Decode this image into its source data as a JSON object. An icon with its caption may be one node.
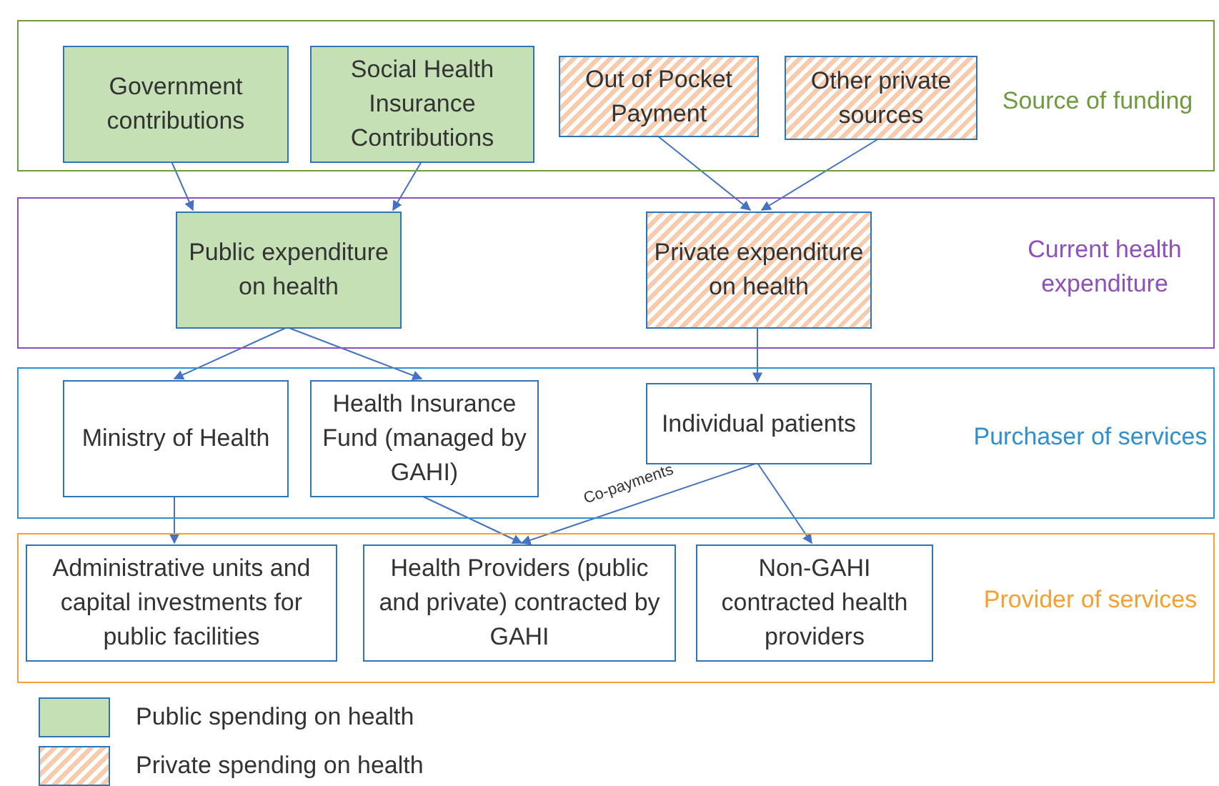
{
  "diagram": {
    "nodes": [
      {
        "text": [
          "Source of funding"
        ]
      },
      {
        "text": [
          "Government contributions"
        ],
        "in": 0
      },
      {
        "text": [
          "Social Health Insurance Contributions"
        ],
        "in": 0
      },
      {
        "text": [
          "Out of Pocket Payment"
        ],
        "in": 0
      },
      {
        "text": [
          "Other private sources"
        ],
        "in": 0
      },
      {
        "text": [
          "Current health expenditure"
        ]
      },
      {
        "text": [
          "Public expenditure on health"
        ],
        "in": 5
      },
      {
        "text": [
          "Private expenditure on health"
        ],
        "in": 5
      },
      {
        "text": [
          "Purchaser of services"
        ]
      },
      {
        "text": [
          "Ministry of Health"
        ],
        "in": 8
      },
      {
        "text": [
          "Health Insurance Fund (managed by GAHI)"
        ],
        "in": 8
      },
      {
        "text": [
          "Individual patients"
        ],
        "in": 8
      },
      {
        "text": [
          "Provider of services"
        ]
      },
      {
        "text": [
          "Administrative units and capital investments for public facilities"
        ],
        "in": 12
      },
      {
        "text": [
          "Health Providers (public and private) contracted by GAHI"
        ],
        "in": 12
      },
      {
        "text": [
          "Non-GAHI contracted health providers"
        ],
        "in": 12
      }
    ],
    "edges": [
      {
        "from": 1,
        "to": 6,
        "arrow": "to"
      },
      {
        "from": 2,
        "to": 6,
        "arrow": "to"
      },
      {
        "from": 3,
        "to": 7,
        "arrow": "to"
      },
      {
        "from": 4,
        "to": 7,
        "arrow": "to"
      },
      {
        "from": 6,
        "to": 9,
        "arrow": "to"
      },
      {
        "from": 6,
        "to": 10,
        "arrow": "to"
      },
      {
        "from": 7,
        "to": 11,
        "arrow": "to"
      },
      {
        "from": 9,
        "to": 13,
        "arrow": "to"
      },
      {
        "from": 10,
        "to": 14,
        "arrow": "to"
      },
      {
        "from": 11,
        "to": 14,
        "arrow": "to",
        "label": "Co-payments"
      },
      {
        "from": 11,
        "to": 15,
        "arrow": "to"
      }
    ],
    "legend": [
      {
        "text": "Public spending on health",
        "color": "#c5e0b4"
      },
      {
        "text": "Private spending on health",
        "color": "#f8cbad"
      }
    ]
  }
}
